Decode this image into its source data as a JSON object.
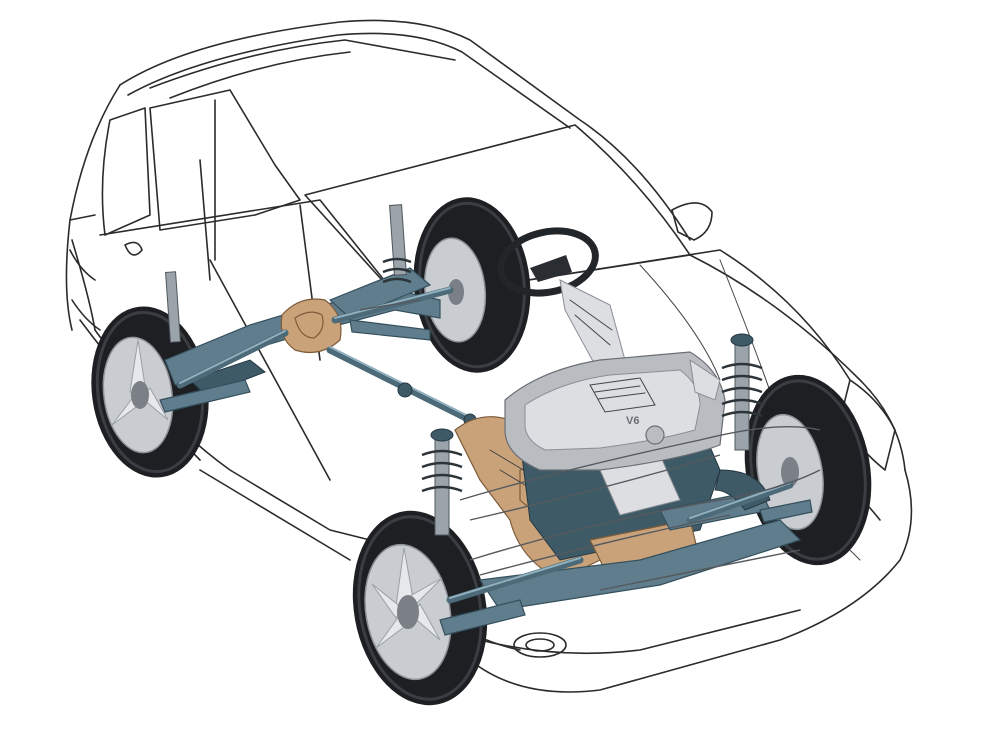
{
  "image": {
    "engine_cover_badge": "V6",
    "palette": {
      "background": "#ffffff",
      "body_outline": "#2b2b2b",
      "chassis": "#5f7d8c",
      "transfer_case": "#c9a27a",
      "engine_cover": "#b9bcc1",
      "tire": "#1d1f22"
    },
    "subjects": [
      "transparent-suv-body",
      "v6-engine",
      "front-suspension",
      "rear-suspension",
      "drive-shaft",
      "transfer-case",
      "steering-wheel",
      "wheels"
    ]
  }
}
